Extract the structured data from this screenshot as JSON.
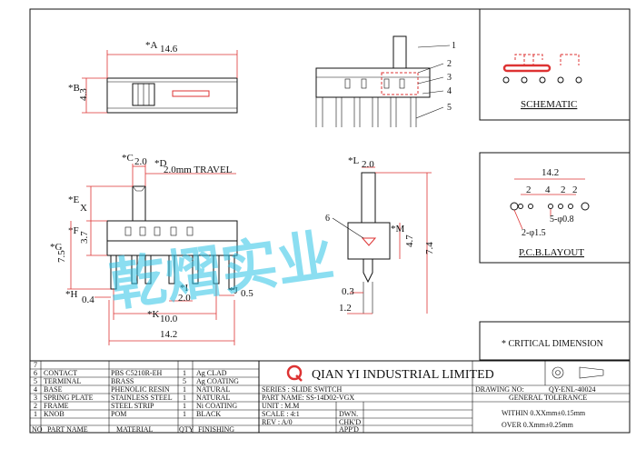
{
  "top_view": {
    "label_a": "*A",
    "dim_a": "14.6",
    "label_b": "*B",
    "dim_b": "4.3"
  },
  "front_view": {
    "label_c": "*C",
    "dim_c": "2.0",
    "label_d": "*D",
    "travel": "2.0mm TRAVEL",
    "label_e": "*E",
    "dim_e": "X",
    "label_f": "*F",
    "dim_f": "3.7",
    "label_g": "*G",
    "dim_g": "7.5",
    "label_h": "*H",
    "dim_h": "0.4",
    "label_i": "*I",
    "dim_i": "2.0",
    "label_j": "*J",
    "dim_j": "0.5",
    "label_k": "*K",
    "dim_k": "10.0",
    "dim_total": "14.2"
  },
  "side_view": {
    "label_l": "*L",
    "dim_l": "2.0",
    "label_m": "*M",
    "dim_m": "4.7",
    "dim_74": "7.4",
    "dim_03": "0.3",
    "dim_12": "1.2",
    "callout_6": "6",
    "callouts": [
      "1",
      "2",
      "3",
      "4",
      "5"
    ]
  },
  "schematic": {
    "title": "SCHEMATIC"
  },
  "pcb": {
    "title": "P.C.B.LAYOUT",
    "dim_total": "14.2",
    "spacings": [
      "2",
      "4",
      "2",
      "2"
    ],
    "hole_small": "5-φ0.8",
    "hole_large": "2-φ1.5"
  },
  "critical_note": "* CRITICAL  DIMENSION",
  "watermark": "乾熠实业",
  "company": "QIAN YI INDUSTRIAL LIMITED",
  "bom": {
    "rows": [
      {
        "no": "7",
        "part": "",
        "material": "",
        "qty": "",
        "finish": ""
      },
      {
        "no": "6",
        "part": "CONTACT",
        "material": "PBS C5210R-EH",
        "qty": "1",
        "finish": "Ag CLAD"
      },
      {
        "no": "5",
        "part": "TERMINAL",
        "material": "BRASS",
        "qty": "5",
        "finish": "Ag COATING"
      },
      {
        "no": "4",
        "part": "BASE",
        "material": "PHENOLIC RESIN",
        "qty": "1",
        "finish": "NATURAL"
      },
      {
        "no": "3",
        "part": "SPRING PLATE",
        "material": "STAINLESS STEEL",
        "qty": "1",
        "finish": "NATURAL"
      },
      {
        "no": "2",
        "part": "FRAME",
        "material": "STEEL STRIP",
        "qty": "1",
        "finish": "Ni COATING"
      },
      {
        "no": "1",
        "part": "KNOB",
        "material": "POM",
        "qty": "1",
        "finish": "BLACK"
      }
    ],
    "header": {
      "no": "NO",
      "part": "PART NAME",
      "material": "MATERIAL",
      "qty": "QTY",
      "finish": "FINISHING"
    }
  },
  "title_block": {
    "series": "SERIES : SLIDE SWITCH",
    "part_name": "PART NAME: SS-14D02-VGX",
    "unit": "UNIT : M.M",
    "scale": "SCALE : 4:1",
    "rev": "REV  : A/0",
    "dwn": "DWN.",
    "chkd": "CHK'D",
    "appd": "APP'D",
    "drawing_no_label": "DRAWING NO:",
    "drawing_no": "QY-ENL-40024",
    "general_tolerance": "GENERAL TOLERANCE",
    "within": "WITHIN 0.XXmm±0.15mm",
    "over": "OVER   0.Xmm±0.25mm"
  }
}
